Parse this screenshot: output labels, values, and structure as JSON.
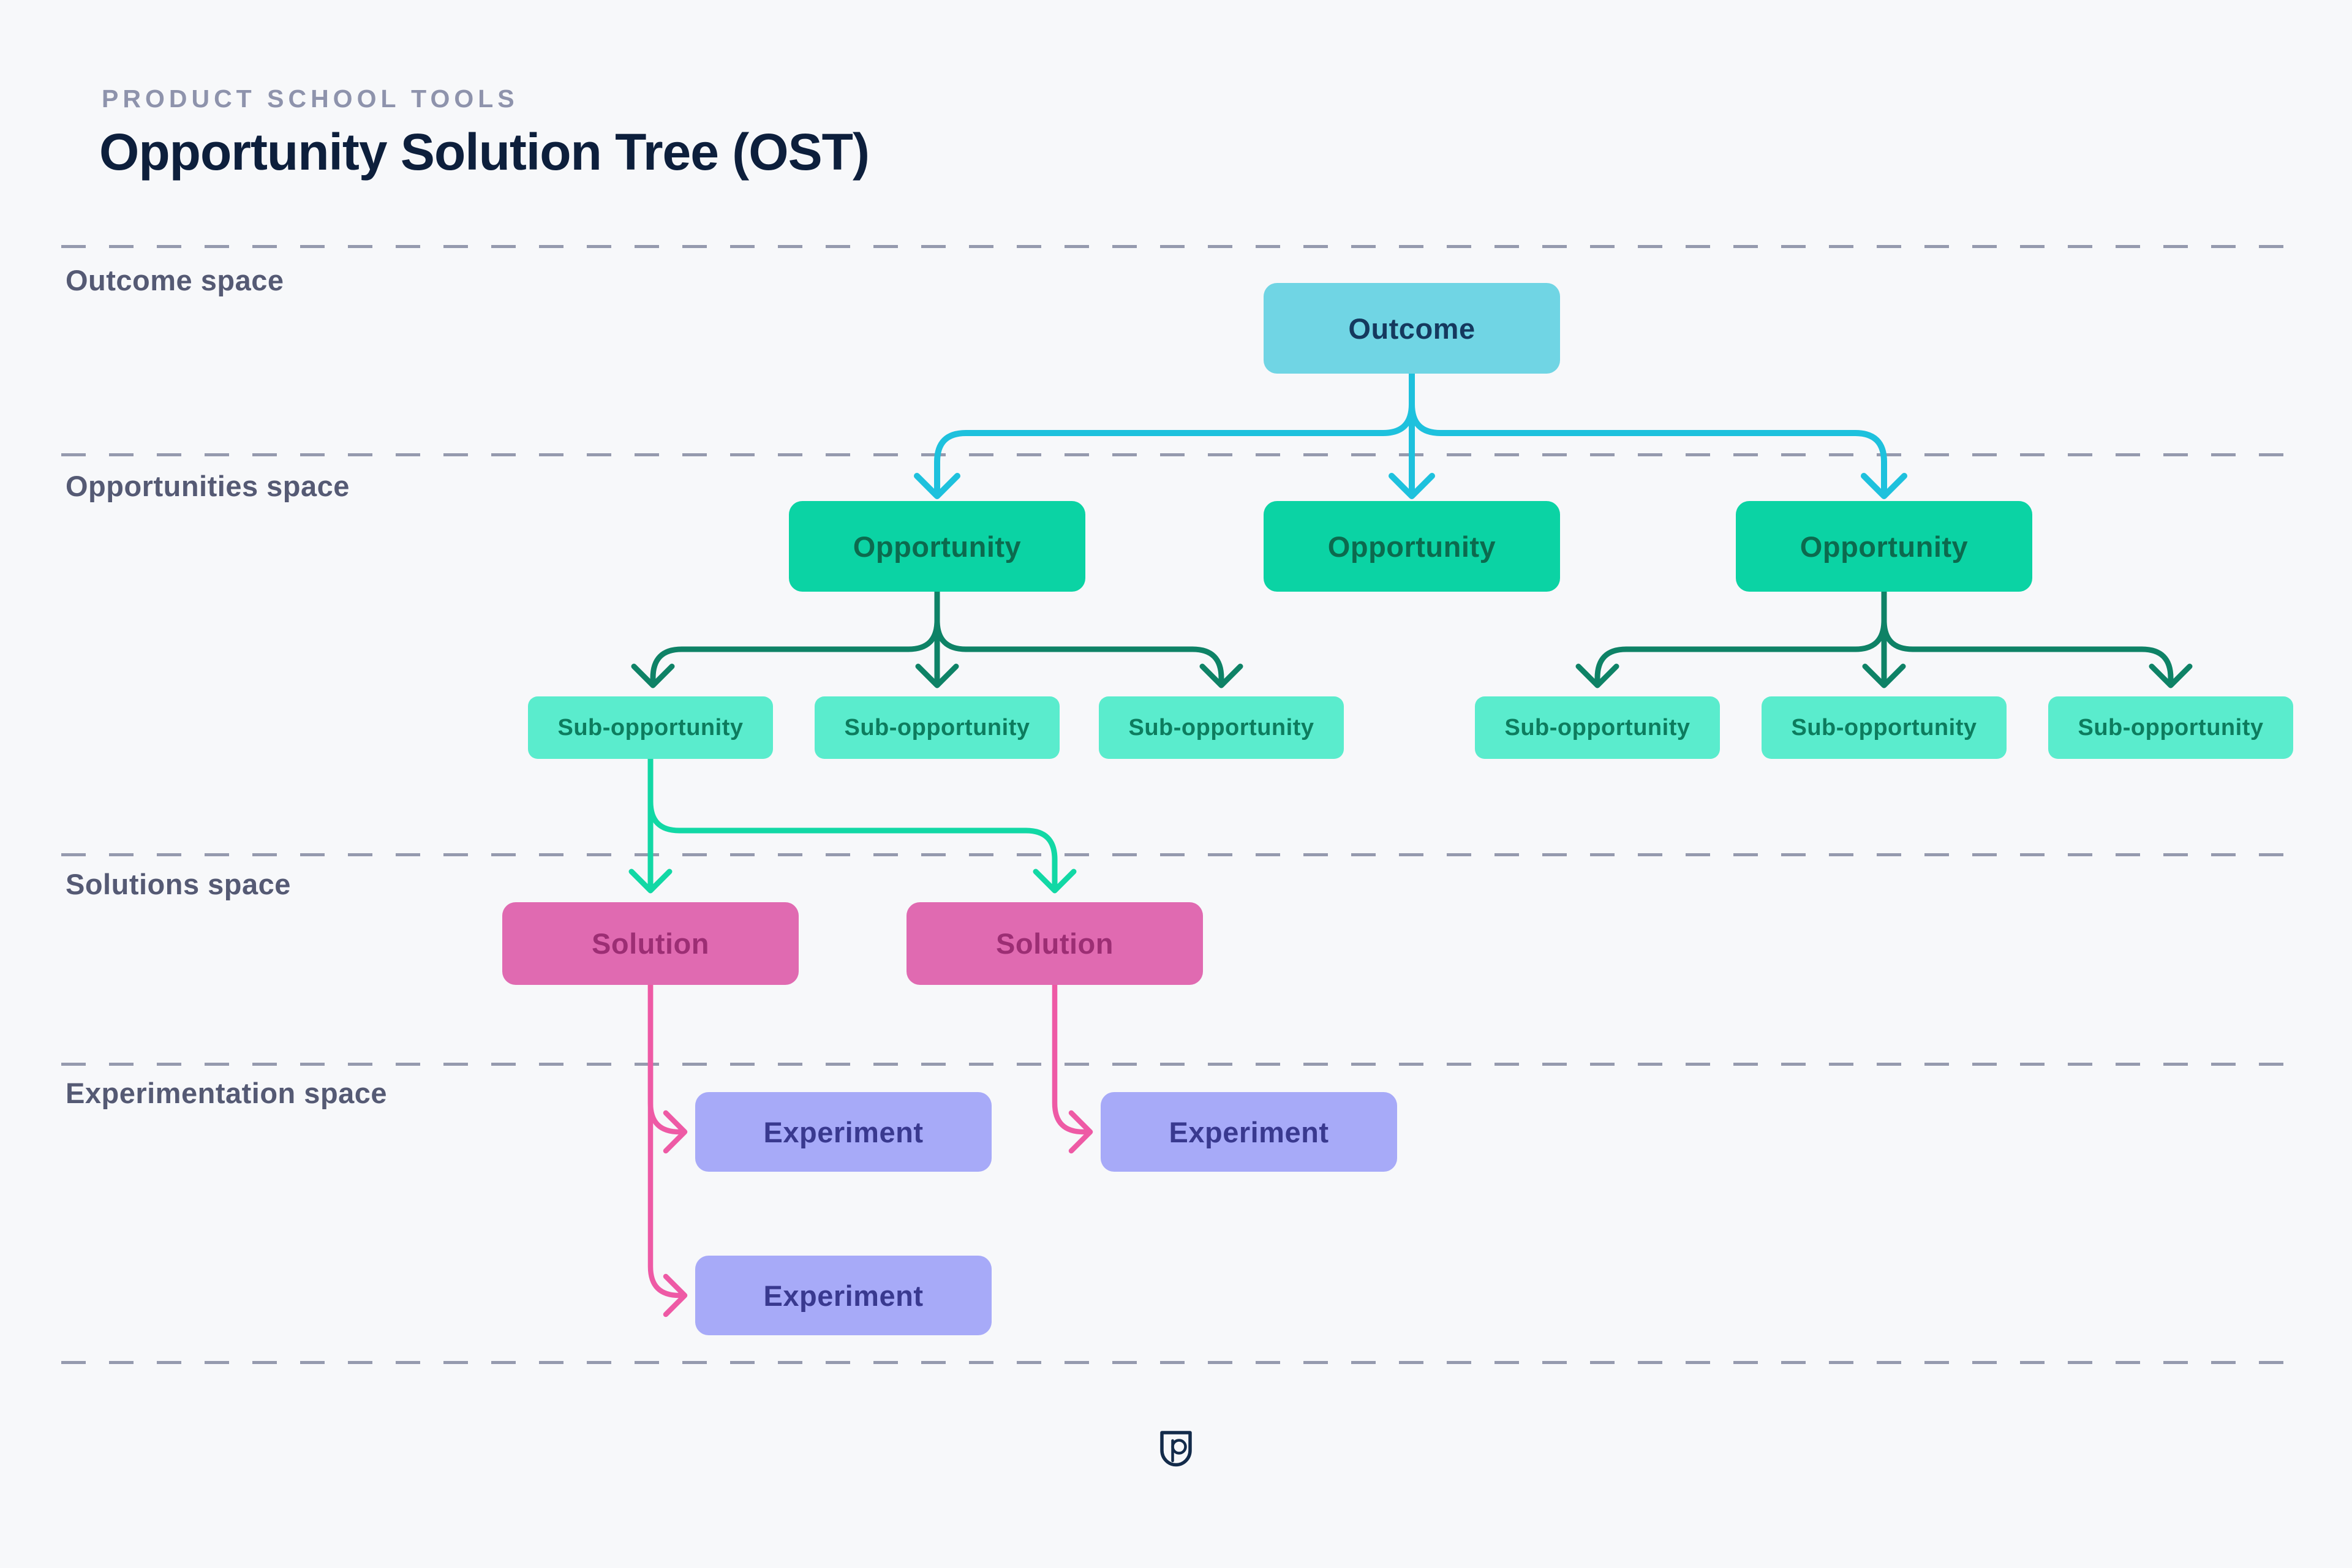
{
  "header": {
    "eyebrow": "PRODUCT SCHOOL TOOLS",
    "title": "Opportunity Solution Tree (OST)"
  },
  "sections": {
    "outcome": "Outcome space",
    "opportunities": "Opportunities space",
    "solutions": "Solutions space",
    "experimentation": "Experimentation space"
  },
  "nodes": {
    "outcome": {
      "label": "Outcome"
    },
    "opportunity_1": {
      "label": "Opportunity"
    },
    "opportunity_2": {
      "label": "Opportunity"
    },
    "opportunity_3": {
      "label": "Opportunity"
    },
    "sub_opportunity_1": {
      "label": "Sub-opportunity"
    },
    "sub_opportunity_2": {
      "label": "Sub-opportunity"
    },
    "sub_opportunity_3": {
      "label": "Sub-opportunity"
    },
    "sub_opportunity_4": {
      "label": "Sub-opportunity"
    },
    "sub_opportunity_5": {
      "label": "Sub-opportunity"
    },
    "sub_opportunity_6": {
      "label": "Sub-opportunity"
    },
    "solution_1": {
      "label": "Solution"
    },
    "solution_2": {
      "label": "Solution"
    },
    "experiment_1": {
      "label": "Experiment"
    },
    "experiment_2": {
      "label": "Experiment"
    },
    "experiment_3": {
      "label": "Experiment"
    }
  },
  "colors": {
    "bg": "#f7f8fa",
    "navy": "#0d1f3c",
    "eyebrow": "#8e93ac",
    "label": "#555a74",
    "dash": "#8a8fa6",
    "cyan": "#1ec1dd",
    "outcome_fill": "#70d5e4",
    "outcome_text": "#15395e",
    "opp_fill": "#0bd3a4",
    "opp_text": "#0c6a4e",
    "green_dark": "#0e8266",
    "sub_fill": "#5aeccd",
    "sub_text": "#0d7c5e",
    "green_light": "#12d8a5",
    "sol_fill": "#e06ab1",
    "sol_text": "#9c2e74",
    "pink": "#ee5aa5",
    "exp_fill": "#a7aaf8",
    "exp_text": "#39398f",
    "logo_navy": "#132b4a"
  }
}
